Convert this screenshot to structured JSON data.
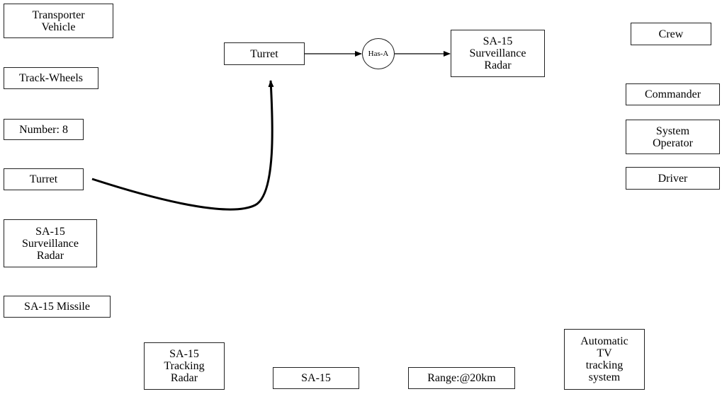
{
  "nodes": {
    "transporter_vehicle": "Transporter\nVehicle",
    "track_wheels": "Track-Wheels",
    "number": "Number: 8",
    "turret_left": "Turret",
    "sa15_surveillance_left": "SA-15\nSurveillance\nRadar",
    "sa15_missile": "SA-15 Missile",
    "sa15_tracking_radar": "SA-15\nTracking\nRadar",
    "sa15": "SA-15",
    "range": "Range:@20km",
    "automatic_tv": "Automatic\nTV\ntracking\nsystem",
    "turret_top": "Turret",
    "has_a": "Has-A",
    "sa15_surveillance_top": "SA-15\nSurveillance\nRadar",
    "crew": "Crew",
    "commander": "Commander",
    "system_operator": "System\nOperator",
    "driver": "Driver"
  },
  "edges": [
    {
      "from": "turret_top",
      "to": "has_a"
    },
    {
      "from": "has_a",
      "to": "sa15_surveillance_top"
    },
    {
      "from": "turret_left",
      "to": "turret_top"
    }
  ]
}
